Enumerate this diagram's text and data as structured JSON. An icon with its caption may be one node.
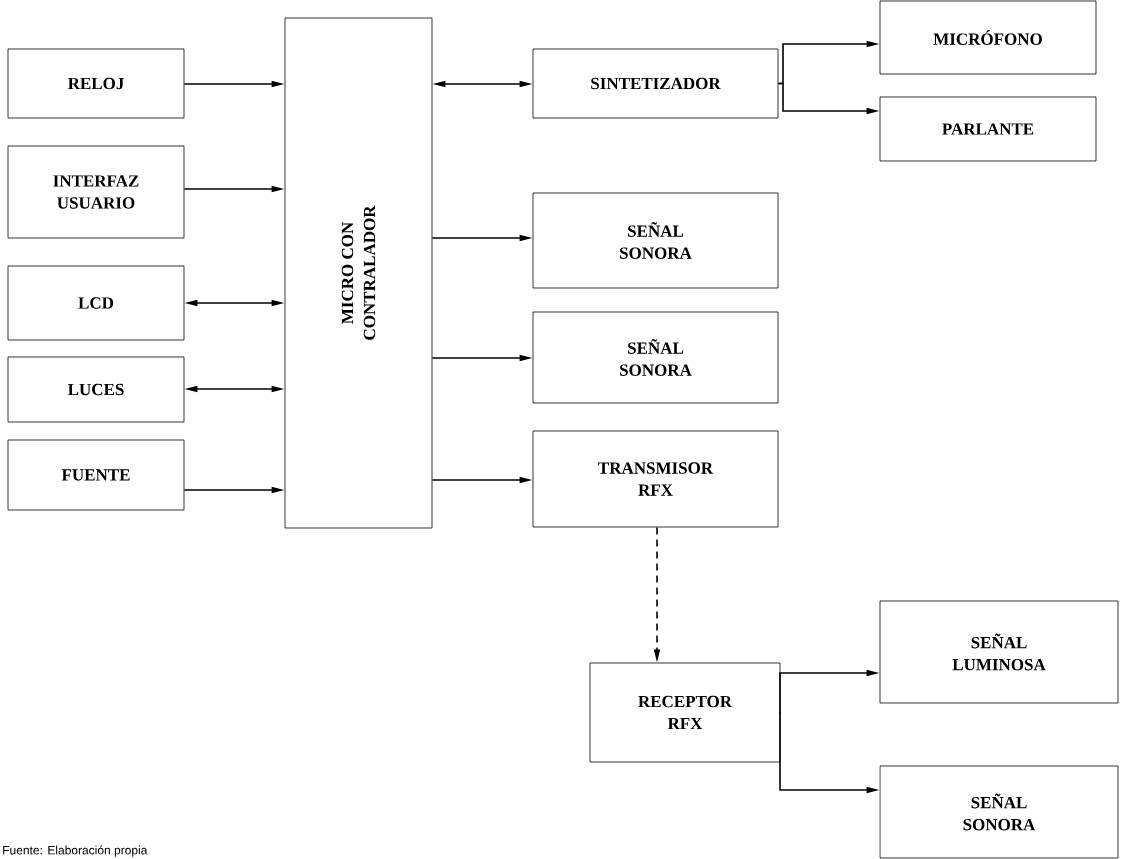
{
  "diagram": {
    "caption": "Fuente: Elaboración propia",
    "nodes": [
      {
        "text": [
          "RELOJ"
        ]
      },
      {
        "text": [
          "INTERFAZ USUARIO"
        ]
      },
      {
        "text": [
          "LCD"
        ]
      },
      {
        "text": [
          "LUCES"
        ]
      },
      {
        "text": [
          "FUENTE"
        ]
      },
      {
        "text": [
          "MICRO CON CONTRALADOR"
        ]
      },
      {
        "text": [
          "SINTETIZADOR"
        ]
      },
      {
        "text": [
          "MICRÓFONO"
        ]
      },
      {
        "text": [
          "PARLANTE"
        ]
      },
      {
        "text": [
          "SEÑAL SONORA"
        ]
      },
      {
        "text": [
          "SEÑAL SONORA"
        ]
      },
      {
        "text": [
          "TRANSMISOR RFX"
        ]
      },
      {
        "text": [
          "RECEPTOR RFX"
        ]
      },
      {
        "text": [
          "SEÑAL LUMINOSA"
        ]
      },
      {
        "text": [
          "SEÑAL SONORA"
        ]
      }
    ],
    "edges": [
      {
        "from": 0,
        "to": 5,
        "arrow": "to"
      },
      {
        "from": 1,
        "to": 5,
        "arrow": "to"
      },
      {
        "from": 2,
        "to": 5,
        "arrow": "both"
      },
      {
        "from": 3,
        "to": 5,
        "arrow": "both"
      },
      {
        "from": 4,
        "to": 5,
        "arrow": "to"
      },
      {
        "from": 5,
        "to": 6,
        "arrow": "both"
      },
      {
        "from": 6,
        "to": 7,
        "arrow": "to"
      },
      {
        "from": 6,
        "to": 8,
        "arrow": "to"
      },
      {
        "from": 5,
        "to": 9,
        "arrow": "to"
      },
      {
        "from": 5,
        "to": 10,
        "arrow": "to"
      },
      {
        "from": 5,
        "to": 11,
        "arrow": "to"
      },
      {
        "from": 11,
        "to": 12,
        "arrow": "to",
        "style": "dashed"
      },
      {
        "from": 12,
        "to": 13,
        "arrow": "to"
      },
      {
        "from": 12,
        "to": 14,
        "arrow": "to"
      }
    ]
  }
}
